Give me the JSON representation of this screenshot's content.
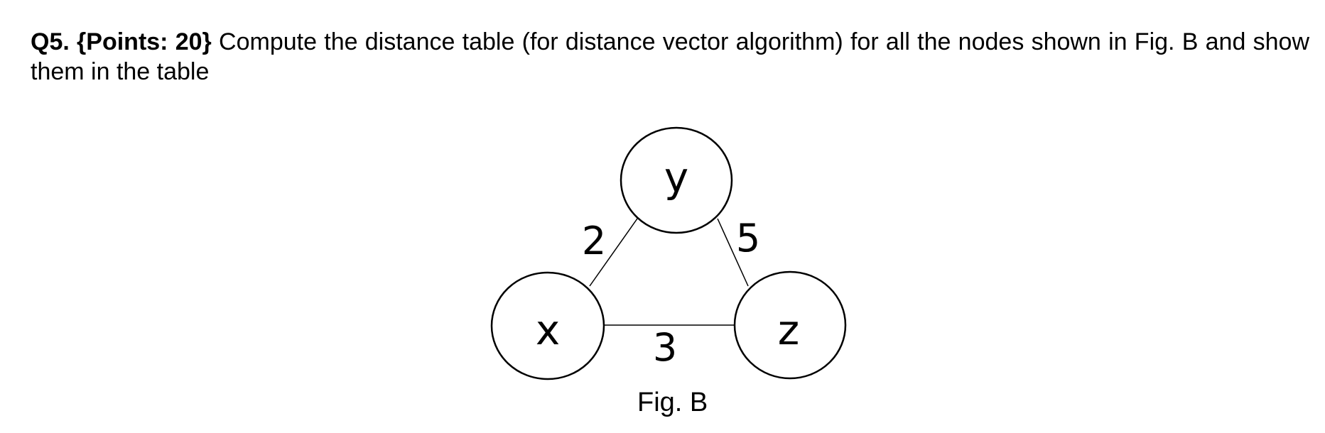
{
  "question": {
    "label": "Q5. {Points: 20}",
    "text": " Compute the distance table (for distance vector algorithm) for all the nodes shown in Fig. B and show them in the table"
  },
  "graph": {
    "nodes": [
      {
        "id": "y",
        "label": "y"
      },
      {
        "id": "x",
        "label": "x"
      },
      {
        "id": "z",
        "label": "z"
      }
    ],
    "edges": [
      {
        "from": "x",
        "to": "y",
        "cost": "2"
      },
      {
        "from": "y",
        "to": "z",
        "cost": "5"
      },
      {
        "from": "x",
        "to": "z",
        "cost": "3"
      }
    ]
  },
  "caption": "Fig. B"
}
